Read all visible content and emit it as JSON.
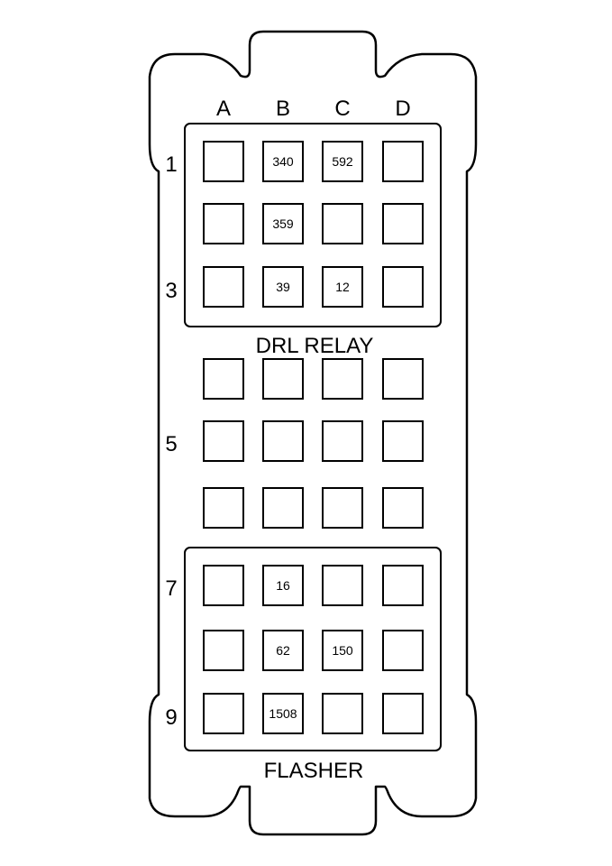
{
  "columns": [
    "A",
    "B",
    "C",
    "D"
  ],
  "rows": [
    {
      "label": "1",
      "cells": [
        "",
        "340",
        "592",
        ""
      ]
    },
    {
      "label": "",
      "cells": [
        "",
        "359",
        "",
        ""
      ]
    },
    {
      "label": "3",
      "cells": [
        "",
        "39",
        "12",
        ""
      ]
    },
    {
      "label": "",
      "cells": [
        "",
        "",
        "",
        ""
      ]
    },
    {
      "label": "5",
      "cells": [
        "",
        "",
        "",
        ""
      ]
    },
    {
      "label": "",
      "cells": [
        "",
        "",
        "",
        ""
      ]
    },
    {
      "label": "7",
      "cells": [
        "",
        "16",
        "",
        ""
      ]
    },
    {
      "label": "",
      "cells": [
        "",
        "62",
        "150",
        ""
      ]
    },
    {
      "label": "9",
      "cells": [
        "",
        "1508",
        "",
        ""
      ]
    }
  ],
  "sections": {
    "top": "DRL RELAY",
    "bottom": "FLASHER"
  }
}
